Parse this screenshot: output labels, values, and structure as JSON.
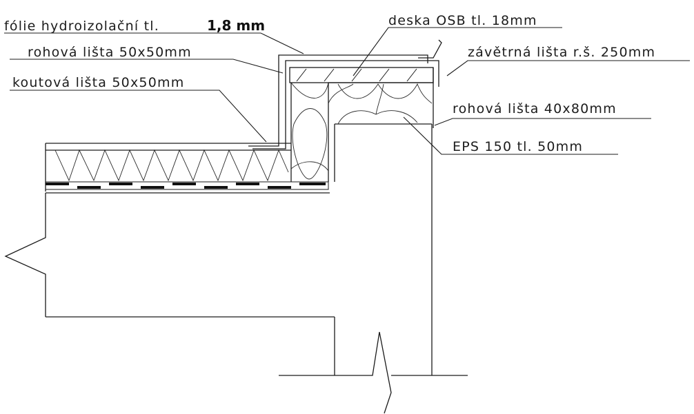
{
  "drawing": {
    "labels": {
      "foil": {
        "text": "fólie hydroizolační tl.",
        "value": "1,8 mm"
      },
      "osb": "deska OSB tl. 18mm",
      "corner_strip_top": "rohová lišta 50x50mm",
      "wind_strip": "závětrná lišta r.š. 250mm",
      "inner_corner_strip": "koutová lišta 50x50mm",
      "corner_strip_side": "rohová lišta 40x80mm",
      "eps": "EPS 150 tl. 50mm"
    },
    "colors": {
      "ink": "#1a1a1a",
      "background": "#ffffff"
    }
  }
}
